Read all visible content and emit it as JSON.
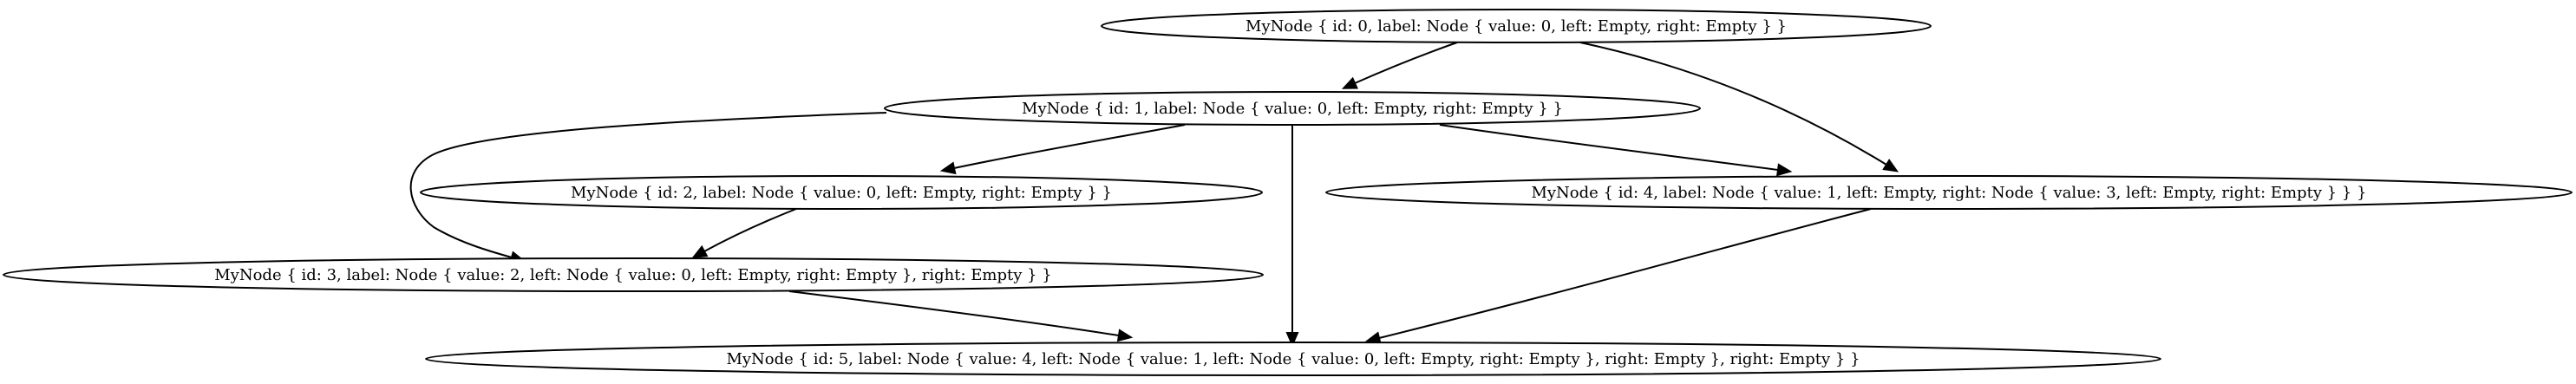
{
  "nodes": [
    {
      "id": "0",
      "label": "MyNode { id: 0, label: Node { value: 0, left: Empty, right: Empty } }"
    },
    {
      "id": "1",
      "label": "MyNode { id: 1, label: Node { value: 0, left: Empty, right: Empty } }"
    },
    {
      "id": "2",
      "label": "MyNode { id: 2, label: Node { value: 0, left: Empty, right: Empty } }"
    },
    {
      "id": "3",
      "label": "MyNode { id: 3, label: Node { value: 2, left: Node { value: 0, left: Empty, right: Empty }, right: Empty } }"
    },
    {
      "id": "4",
      "label": "MyNode { id: 4, label: Node { value: 1, left: Empty, right: Node { value: 3, left: Empty, right: Empty } } }"
    },
    {
      "id": "5",
      "label": "MyNode { id: 5, label: Node { value: 4, left: Node { value: 1, left: Node { value: 0, left: Empty, right: Empty }, right: Empty }, right: Empty } }"
    }
  ],
  "edges": [
    {
      "from": "0",
      "to": "1"
    },
    {
      "from": "0",
      "to": "4"
    },
    {
      "from": "1",
      "to": "3"
    },
    {
      "from": "1",
      "to": "2"
    },
    {
      "from": "1",
      "to": "5"
    },
    {
      "from": "1",
      "to": "4"
    },
    {
      "from": "2",
      "to": "3"
    },
    {
      "from": "3",
      "to": "5"
    },
    {
      "from": "4",
      "to": "5"
    }
  ],
  "colors": {
    "stroke": "#000000",
    "background": "#ffffff"
  }
}
